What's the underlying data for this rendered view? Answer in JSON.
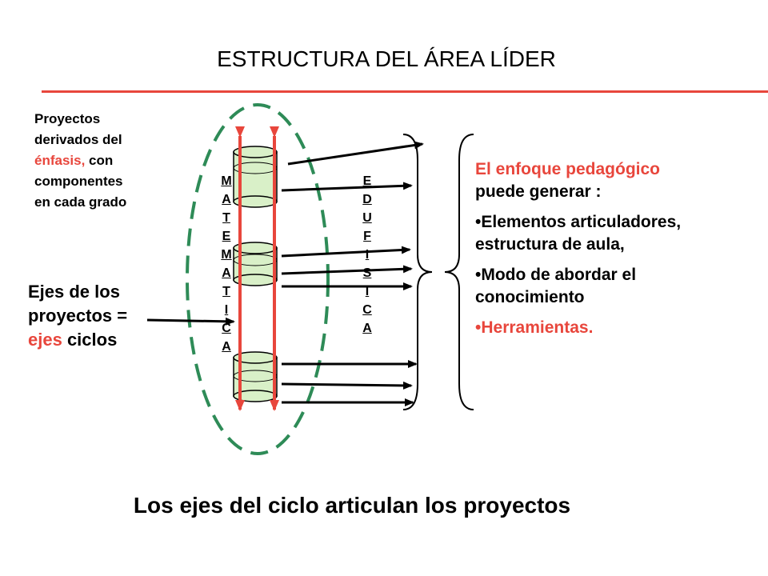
{
  "title": "ESTRUCTURA DEL ÁREA  LÍDER",
  "proyectos_note": {
    "line1": "Proyectos",
    "line2": "derivados del",
    "line3_red": "énfasis,",
    "line3_rest": " con",
    "line4": "componentes",
    "line5": "en cada grado"
  },
  "ejes_note": {
    "line1": "Ejes de los",
    "line2": "proyectos =",
    "line3_red": "ejes",
    "line3_rest": "  ciclos"
  },
  "matematica_letters": [
    "M",
    "A",
    "T",
    "E",
    "M",
    "A",
    "T",
    "I",
    "C",
    "A"
  ],
  "edufisica_letters": [
    "E",
    "D",
    "U",
    "F",
    "I",
    "S",
    "I",
    "C",
    "A"
  ],
  "enfoque": {
    "heading": "El enfoque pedagógico",
    "heading_rest": "puede generar :",
    "items": [
      "•Elementos articuladores, estructura de aula,",
      "•Modo de abordar el conocimiento"
    ],
    "item_red": "•Herramientas."
  },
  "conclusion": "Los ejes del ciclo articulan los proyectos",
  "colors": {
    "accent_red": "#e8463c",
    "dashed_green": "#2e8b57",
    "cylinder_fill": "#d9f0c8"
  }
}
